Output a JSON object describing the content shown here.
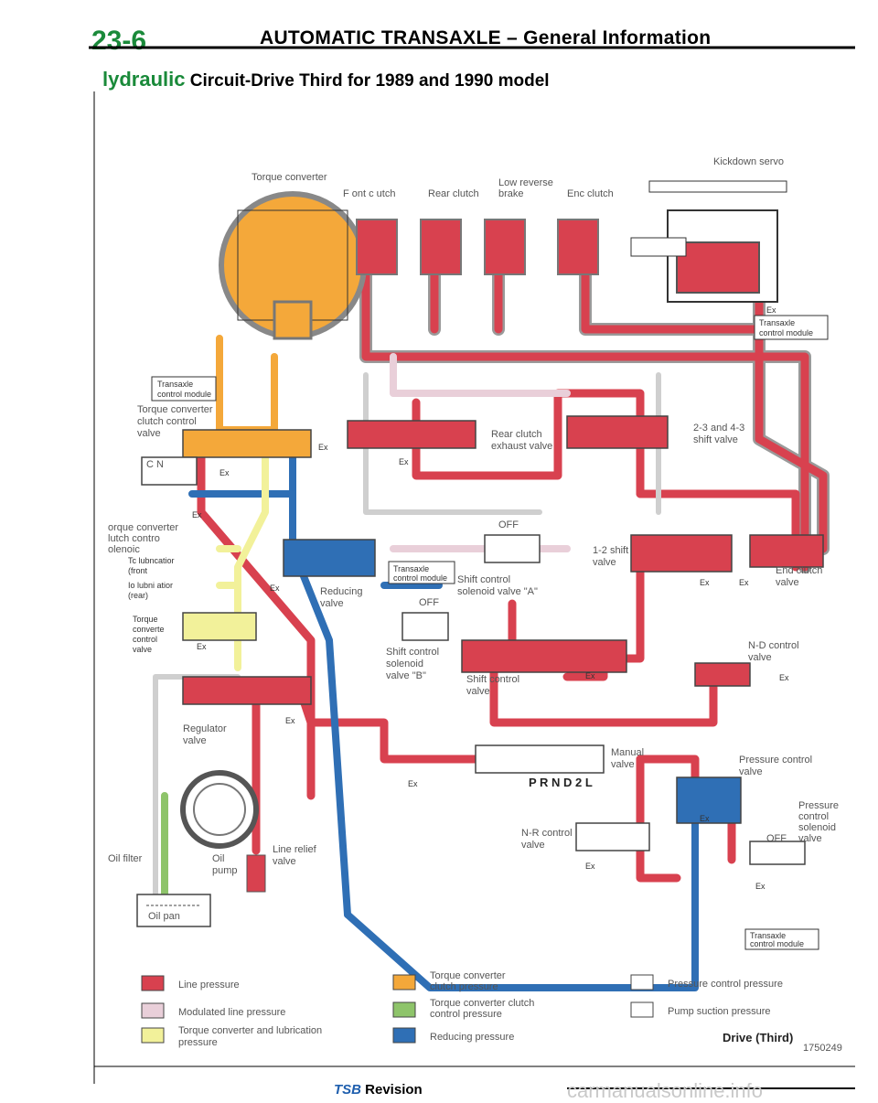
{
  "header": {
    "page_number": "23-6",
    "title": "AUTOMATIC TRANSAXLE – General Information",
    "subtitle_lead": "lydraulic",
    "subtitle_rest": " Circuit-Drive Third for 1989 and 1990 model"
  },
  "labels": {
    "torque_converter": "Torque converter",
    "front_clutch": "F ont c utch",
    "rear_clutch": "Rear clutch",
    "low_reverse_brake_1": "Low reverse",
    "low_reverse_brake_2": "brake",
    "end_clutch": "Enc clutch",
    "kickdown_servo": "Kickdown servo",
    "tcm_top_right_1": "Transaxle",
    "tcm_top_right_2": "control module",
    "tcm_left_1": "Transaxle",
    "tcm_left_2": "control module",
    "tcc_valve_1": "Torque converter",
    "tcc_valve_2": "clutch control",
    "tcc_valve_3": "valve",
    "cn": "C N",
    "tcc_solenoid_1": "orque converter",
    "tcc_solenoid_2": "lutch contro",
    "tcc_solenoid_3": "olenoic",
    "lube_front_1": "Tc lubncatior",
    "lube_front_2": "(front",
    "lube_rear_1": "Io lubni atior",
    "lube_rear_2": "(rear)",
    "tc_control_valve_1": "Torque",
    "tc_control_valve_2": "converte",
    "tc_control_valve_3": "control",
    "tc_control_valve_4": "valve",
    "regulator_valve_1": "Regulator",
    "regulator_valve_2": "valve",
    "oil_filter": "Oil filter",
    "oil_pump_1": "Oil",
    "oil_pump_2": "pump",
    "oil_pan": "Oil pan",
    "line_relief_1": "Line relief",
    "line_relief_2": "valve",
    "reducing_valve_1": "Reducing",
    "reducing_valve_2": "valve",
    "rear_clutch_exhaust_1": "Rear clutch",
    "rear_clutch_exhaust_2": "exhaust valve",
    "shift_2334_1": "2-3 and 4-3",
    "shift_2334_2": "shift valve",
    "off_1": "OFF",
    "off_2": "OFF",
    "off_3": "OFF",
    "tcm_mid_1": "Transaxle",
    "tcm_mid_2": "control module",
    "shift_sol_a_1": "Shift control",
    "shift_sol_a_2": "solenoid valve \"A\"",
    "shift_12_1": "1-2 shift",
    "shift_12_2": "valve",
    "end_clutch_valve_1": "End clutch",
    "end_clutch_valve_2": "valve",
    "shift_sol_b_1": "Shift control",
    "shift_sol_b_2": "solenoid",
    "shift_sol_b_3": "valve \"B\"",
    "shift_control_valve_1": "Shift control",
    "shift_control_valve_2": "valve",
    "nd_control_1": "N-D control",
    "nd_control_2": "valve",
    "manual_valve_1": "Manual",
    "manual_valve_2": "valve",
    "prnd": "P R N D 2 L",
    "pressure_control_valve_1": "Pressure control",
    "pressure_control_valve_2": "valve",
    "pressure_control_sol_1": "Pressure",
    "pressure_control_sol_2": "control",
    "pressure_control_sol_3": "solenoid",
    "pressure_control_sol_4": "valve",
    "nr_control_1": "N-R control",
    "nr_control_2": "valve",
    "tcm_bottom_1": "Transaxle",
    "tcm_bottom_2": "control module",
    "ex": "Ex"
  },
  "legend": {
    "line_pressure": "Line pressure",
    "modulated_line_pressure": "Modulated line pressure",
    "tc_lube_1": "Torque converter and lubrication",
    "tc_lube_2": "pressure",
    "tcc_pressure_1": "Torque converter",
    "tcc_pressure_2": "clutch pressure",
    "tcc_control_pressure_1": "Torque converter clutch",
    "tcc_control_pressure_2": "control pressure",
    "reducing_pressure": "Reducing pressure",
    "pressure_control_pressure": "Pressure control pressure",
    "pump_suction_pressure": "Pump suction pressure",
    "mode": "Drive (Third)"
  },
  "figure_number": "1750249",
  "footer": {
    "tsb": "TSB",
    "revision": " Revision"
  },
  "watermark": "carmanualsonline.info",
  "colors": {
    "line": "#d8414f",
    "modulated": "#e9cfd9",
    "lube": "#f2f19a",
    "tcc": "#f4a83a",
    "tcc_control": "#8ec46a",
    "reducing": "#2f6fb5",
    "pressure_control": "#ffffff",
    "pump_suction": "#ffffff",
    "green": "#1a8a3a"
  }
}
